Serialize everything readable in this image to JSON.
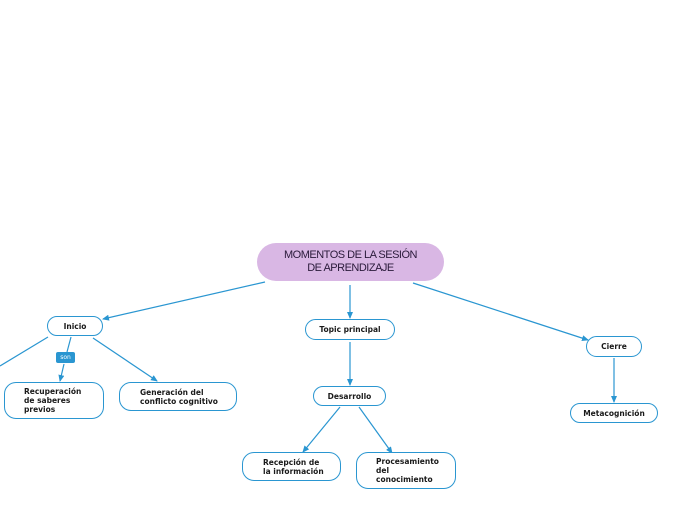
{
  "root": {
    "line1": "MOMENTOS DE LA SESIÓN",
    "line2": "DE APRENDIZAJE"
  },
  "nodes": {
    "inicio": "Inicio",
    "topic": "Topic principal",
    "cierre": "Cierre",
    "recuperacion": "Recuperación\nde saberes\nprevios",
    "generacion": "Generación del\nconflicto cognitivo",
    "desarrollo": "Desarrollo",
    "metacognicion": "Metacognición",
    "recepcion": "Recepción de\nla información",
    "procesamiento": "Procesamiento\ndel\nconocimiento"
  },
  "link_label": "son",
  "colors": {
    "root_fill": "#d9b7e4",
    "node_border": "#2a96d1",
    "connector": "#2a96d1",
    "tag_fill": "#2a96d1"
  }
}
